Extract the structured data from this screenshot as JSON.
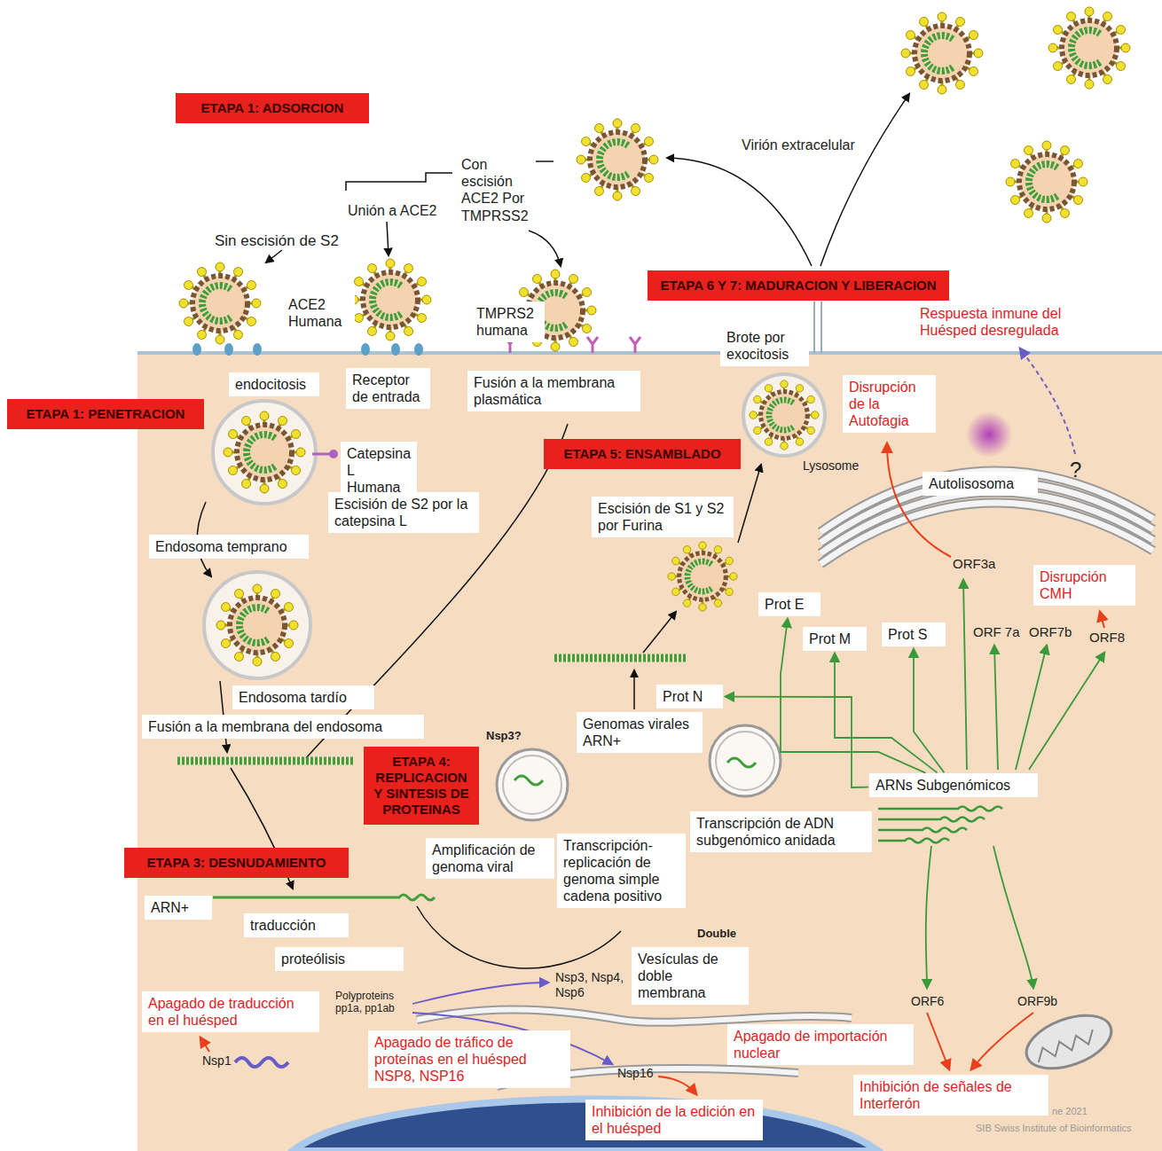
{
  "diagram": {
    "nodes": [
      {
        "text": [
          "ETAPA 1: ADSORCION"
        ]
      },
      {
        "text": [
          "ETAPA 6 Y 7: MADURACION Y LIBERACION"
        ]
      },
      {
        "text": [
          "ACE2 Humana"
        ]
      },
      {
        "text": [
          "TMPRS2 humana"
        ]
      },
      {
        "text": [
          "Respuesta inmune del Huésped desregulada"
        ]
      },
      {
        "text": [
          "Brote por exocitosis"
        ]
      },
      {
        "text": [
          "Receptor de entrada"
        ]
      },
      {
        "text": [
          "endocitosis"
        ]
      },
      {
        "text": [
          "Fusión a la membrana plasmática"
        ]
      },
      {
        "text": [
          "Disrupción de la Autofagia"
        ]
      },
      {
        "text": [
          "ETAPA 1: PENETRACION"
        ]
      },
      {
        "text": [
          "Catepsina L Humana"
        ]
      },
      {
        "text": [
          "ETAPA 5: ENSAMBLADO"
        ]
      },
      {
        "text": [
          "Autolisosoma"
        ]
      },
      {
        "text": [
          "Escisión de S2 por la catepsina L"
        ]
      },
      {
        "text": [
          "Escisión de S1 y S2 por Furina"
        ]
      },
      {
        "text": [
          "Endosoma temprano"
        ]
      },
      {
        "text": [
          "Disrupción CMH"
        ]
      },
      {
        "text": [
          "Prot E"
        ]
      },
      {
        "text": [
          "Prot S"
        ]
      },
      {
        "text": [
          "Prot M"
        ]
      },
      {
        "text": [
          "Endosoma tardío"
        ]
      },
      {
        "text": [
          "Prot N"
        ]
      },
      {
        "text": [
          "Genomas virales ARN+"
        ]
      },
      {
        "text": [
          "Fusión a la membrana del endosoma"
        ]
      },
      {
        "text": [
          "ETAPA 4: REPLICACION Y SINTESIS DE PROTEINAS"
        ]
      },
      {
        "text": [
          "ARNs Subgenómicos"
        ]
      },
      {
        "text": [
          "Transcripción de ADN subgenómico anidada"
        ]
      },
      {
        "text": [
          "Amplificación de genoma viral"
        ]
      },
      {
        "text": [
          "Transcripción-replicación de genoma simple cadena positivo"
        ]
      },
      {
        "text": [
          "ETAPA 3: DESNUDAMIENTO"
        ]
      },
      {
        "text": [
          "ARN+"
        ]
      },
      {
        "text": [
          "traducción"
        ]
      },
      {
        "text": [
          "proteólisis"
        ]
      },
      {
        "text": [
          "Vesículas de doble membrana"
        ]
      },
      {
        "text": [
          "Apagado de traducción en el huésped"
        ]
      },
      {
        "text": [
          "Apagado de importación nuclear"
        ]
      },
      {
        "text": [
          "Apagado de tráfico de proteínas en el huésped NSP8, NSP16"
        ]
      },
      {
        "text": [
          "Inhibición de señales de Interferón"
        ]
      },
      {
        "text": [
          "Inhibición de la edición en el huésped"
        ]
      }
    ],
    "edges": [
      {
        "from": 26,
        "to": 22,
        "arrow": "to"
      },
      {
        "from": 26,
        "to": 20,
        "arrow": "to"
      },
      {
        "from": 26,
        "to": 19,
        "arrow": "to"
      },
      {
        "from": 26,
        "to": 18,
        "arrow": "to"
      }
    ],
    "labels": [
      "Virión extracelular",
      "Con escisión ACE2 Por TMPRSS2",
      "Unión a ACE2",
      "Sin escisión de S2",
      "Lysosome",
      "?",
      "ORF3a",
      "ORF 7a",
      "ORF7b",
      "ORF8",
      "Nsp3?",
      "Double",
      "Polyproteins pp1a, pp1ab",
      "Nsp3, Nsp4, Nsp6",
      "Nsp1",
      "Nsp16",
      "ORF6",
      "ORF9b",
      "ne 2021",
      "SIB Swiss Institute of Bioinformatics"
    ]
  }
}
